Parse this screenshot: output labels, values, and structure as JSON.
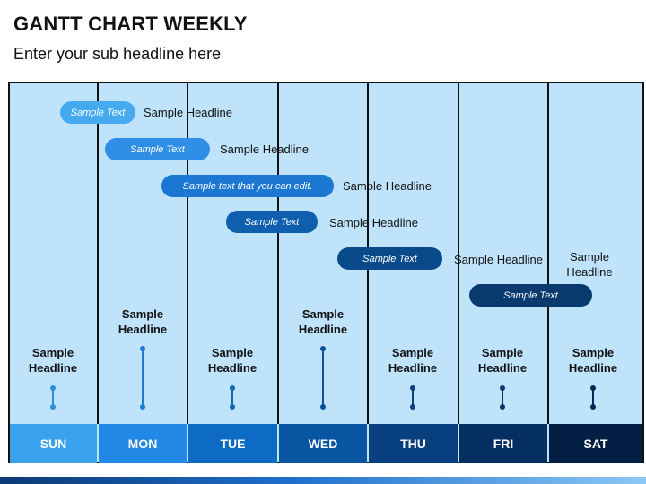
{
  "header": {
    "title": "GANTT CHART WEEKLY",
    "subtitle": "Enter your sub headline here"
  },
  "days": [
    {
      "label": "SUN",
      "color": "#3aa2ec"
    },
    {
      "label": "MON",
      "color": "#2288e6"
    },
    {
      "label": "TUE",
      "color": "#0d6bc6"
    },
    {
      "label": "WED",
      "color": "#0a55a2"
    },
    {
      "label": "THU",
      "color": "#083f7f"
    },
    {
      "label": "FRI",
      "color": "#062f61"
    },
    {
      "label": "SAT",
      "color": "#041f44"
    }
  ],
  "tasks": [
    {
      "text": "Sample Text",
      "headline": "Sample Headline",
      "color": "#45aaf0"
    },
    {
      "text": "Sample Text",
      "headline": "Sample Headline",
      "color": "#2f8fe6"
    },
    {
      "text": "Sample text that you can edit.",
      "headline": "Sample Headline",
      "color": "#1b77d2"
    },
    {
      "text": "Sample Text",
      "headline": "Sample Headline",
      "color": "#0f5fae"
    },
    {
      "text": "Sample Text",
      "headline": "Sample Headline",
      "color": "#0a4a8b"
    },
    {
      "text": "Sample Text",
      "headline": "Sample Headline",
      "color": "#083a6e"
    }
  ],
  "milestones": [
    {
      "line1": "Sample",
      "line2": "Headline",
      "color": "#2a8fdc"
    },
    {
      "line1": "Sample",
      "line2": "Headline",
      "color": "#1e7bd0"
    },
    {
      "line1": "Sample",
      "line2": "Headline",
      "color": "#1565b5"
    },
    {
      "line1": "Sample",
      "line2": "Headline",
      "color": "#0d4f96"
    },
    {
      "line1": "Sample",
      "line2": "Headline",
      "color": "#0a3f7a"
    },
    {
      "line1": "Sample",
      "line2": "Headline",
      "color": "#083466"
    },
    {
      "line1": "Sample",
      "line2": "Headline",
      "color": "#062a55"
    }
  ]
}
